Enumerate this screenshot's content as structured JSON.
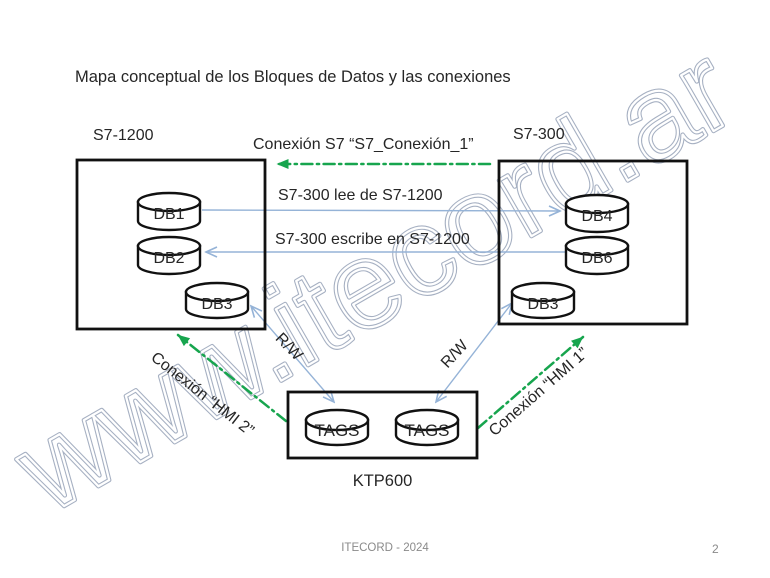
{
  "slide": {
    "title": "Mapa conceptual de los Bloques de Datos y las conexiones",
    "watermark": "www.itecord.ar",
    "footer": "ITECORD - 2024",
    "page_number": "2"
  },
  "plc_left": {
    "label": "S7-1200",
    "blocks": [
      "DB1",
      "DB2",
      "DB3"
    ]
  },
  "plc_right": {
    "label": "S7-300",
    "blocks": [
      "DB4",
      "DB6",
      "DB3"
    ]
  },
  "hmi": {
    "label": "KTP600",
    "tags": [
      "TAGS",
      "TAGS"
    ]
  },
  "connections": {
    "s7_connection": {
      "label": "Conexión S7 “S7_Conexión_1”",
      "style": "dash-dot",
      "color": "#17a54e",
      "direction": "S7-300 to S7-1200"
    },
    "read": {
      "label": "S7-300 lee de S7-1200",
      "color": "#95B3D7",
      "from": "DB1",
      "to": "DB4"
    },
    "write": {
      "label": "S7-300 escribe en S7-1200",
      "color": "#95B3D7",
      "from": "DB6",
      "to": "DB2"
    },
    "hmi2": {
      "label": "Conexión “HMI 2”",
      "style": "dash-dot",
      "color": "#17a54e",
      "direction": "KTP600 to S7-1200"
    },
    "hmi1": {
      "label": "Conexión “HMI 1”",
      "style": "dash-dot",
      "color": "#17a54e",
      "direction": "KTP600 to S7-300"
    },
    "rw_left": {
      "label": "R/W"
    },
    "rw_right": {
      "label": "R/W"
    }
  },
  "colors": {
    "connector_blue": "#95B3D7",
    "connector_green": "#17a54e",
    "watermark_outline": "#a6b0c2",
    "shape_stroke": "#111111"
  }
}
